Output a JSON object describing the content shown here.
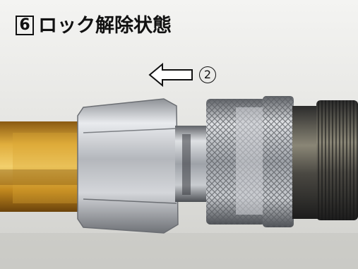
{
  "caption": {
    "step_number": "6",
    "title": "ロック解除状態"
  },
  "direction_arrow": {
    "number": "2",
    "icon": "left-arrow-icon"
  },
  "colors": {
    "brass": "#c9931e",
    "steel": "#b9bcc0",
    "background_wall": "#dcdcd8"
  }
}
